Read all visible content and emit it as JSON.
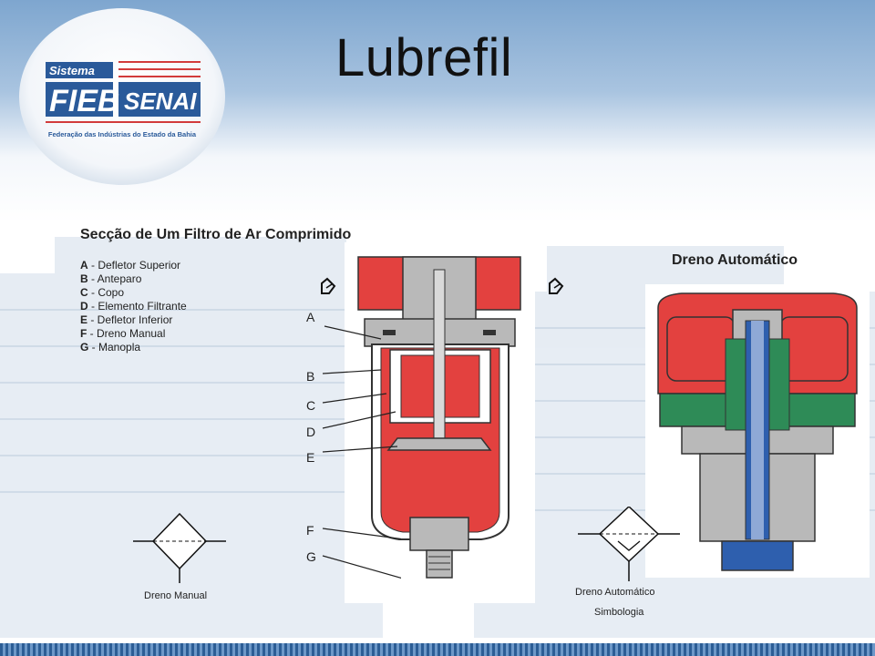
{
  "slide": {
    "title": "Lubrefil",
    "section_title": "Secção de Um Filtro de Ar Comprimido",
    "drain_title": "Dreno Automático"
  },
  "logo": {
    "sistema": "Sistema",
    "fieb": "FIEB",
    "senai": "SENAI",
    "federation": "Federação das Indústrias do Estado da Bahia"
  },
  "legend": [
    {
      "key": "A",
      "text": " - Defletor Superior"
    },
    {
      "key": "B",
      "text": " - Anteparo"
    },
    {
      "key": "C",
      "text": " - Copo"
    },
    {
      "key": "D",
      "text": " - Elemento Filtrante"
    },
    {
      "key": "E",
      "text": " - Defletor Inferior"
    },
    {
      "key": "F",
      "text": " - Dreno Manual"
    },
    {
      "key": "G",
      "text": " - Manopla"
    }
  ],
  "callouts": {
    "a": "A",
    "b": "B",
    "c": "C",
    "d": "D",
    "e": "E",
    "f": "F",
    "g": "G"
  },
  "symbols": {
    "manual_caption": "Dreno Manual",
    "auto_caption": "Dreno Automático",
    "auto_subcaption": "Simbologia"
  },
  "colors": {
    "red": "#e3413f",
    "green": "#2e8b57",
    "blue": "#2e5fae",
    "gray": "#b9b9b9",
    "header_blue": "#2a5a9a"
  }
}
